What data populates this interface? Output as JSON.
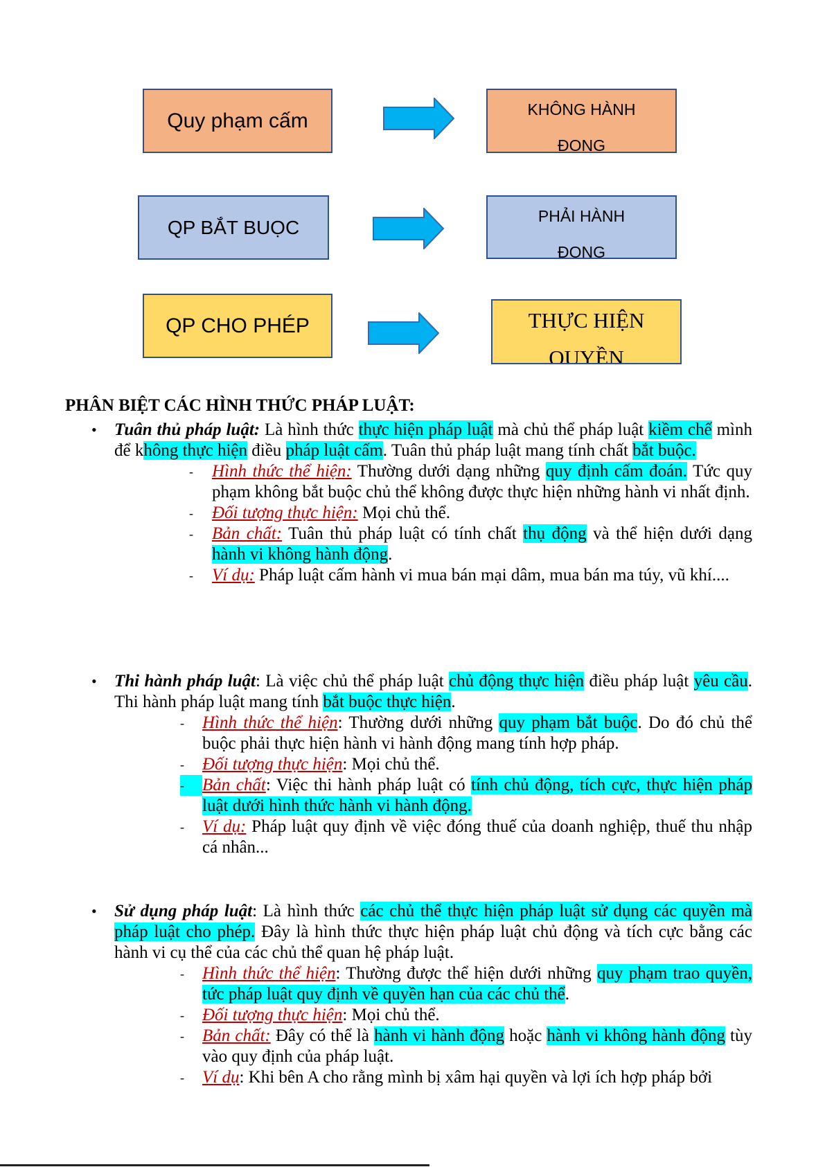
{
  "diagram": {
    "rows": [
      {
        "left": "Quy phạm cấm",
        "right_line1": "KHÔNG HÀNH",
        "right_line2": "ĐONG"
      },
      {
        "left": "QP BẮT BUỌC",
        "right_line1": "PHẢI HÀNH",
        "right_line2": "ĐONG"
      },
      {
        "left": "QP CHO PHÉP",
        "right_line1": "THỰC HIỆN",
        "right_line2": "QUYỀN"
      }
    ],
    "arrow_icon": "right-arrow-icon",
    "colors": {
      "orange": "#F4B183",
      "blue": "#B4C7E7",
      "yellow": "#FFD966",
      "arrow": "#00B0F0",
      "border": "#2F528F"
    }
  },
  "heading": "PHÂN BIỆT CÁC HÌNH THỨC PHÁP LUẬT:",
  "colors": {
    "highlight": "#00FFFF",
    "label": "#C00000"
  },
  "sections": [
    {
      "title": "Tuân thủ pháp luật:",
      "segments": [
        {
          "t": "  Là hình thức "
        },
        {
          "t": "thực hiện pháp luật",
          "hl": true
        },
        {
          "t": " mà chủ thể pháp luật "
        },
        {
          "t": "kiềm chế",
          "hl": true
        },
        {
          "t": " mình để k"
        },
        {
          "t": "hông thực hiện",
          "hl": true
        },
        {
          "t": " điều "
        },
        {
          "t": "pháp luật cấm",
          "hl": true
        },
        {
          "t": ". Tuân thủ pháp luật mang tính chất "
        },
        {
          "t": "bắt buộc.",
          "hl": true
        }
      ],
      "subs": [
        {
          "label": "Hình thức thể hiện:",
          "segments": [
            {
              "t": " Thường dưới dạng những "
            },
            {
              "t": "quy định cấm đoán.",
              "hl": true
            },
            {
              "t": " Tức quy phạm không bắt buộc chủ thể không được thực hiện những hành vi nhất định."
            }
          ]
        },
        {
          "label": "Đối tượng thực hiện:",
          "segments": [
            {
              "t": " Mọi chủ thể."
            }
          ]
        },
        {
          "label": "Bản chất:",
          "segments": [
            {
              "t": " Tuân thủ pháp luật có tính chất "
            },
            {
              "t": "thụ động",
              "hl": true
            },
            {
              "t": " và thể hiện dưới dạng "
            },
            {
              "t": "hành vi không hành động",
              "hl": true
            },
            {
              "t": "."
            }
          ]
        },
        {
          "label": "Ví dụ:",
          "segments": [
            {
              "t": " Pháp luật cấm hành vi mua bán mại dâm, mua bán ma túy, vũ khí...."
            }
          ]
        }
      ]
    },
    {
      "title": "Thi hành pháp luật",
      "segments": [
        {
          "t": ":  Là việc chủ thể pháp luật "
        },
        {
          "t": "chủ động thực hiện",
          "hl": true
        },
        {
          "t": " điều pháp luật "
        },
        {
          "t": "yêu cầu",
          "hl": true
        },
        {
          "t": ". Thi hành pháp luật mang tính "
        },
        {
          "t": "bắt buộc thực hiện",
          "hl": true
        },
        {
          "t": "."
        }
      ],
      "subs": [
        {
          "label": "Hình thức thể hiện",
          "segments": [
            {
              "t": ": Thường dưới những "
            },
            {
              "t": "quy phạm bắt buộc",
              "hl": true
            },
            {
              "t": ". Do đó chủ thể buộc phải thực hiện hành vi hành động mang tính hợp pháp."
            }
          ]
        },
        {
          "label": "Đối tượng thực hiện",
          "segments": [
            {
              "t": ": Mọi chủ thể."
            }
          ]
        },
        {
          "label": "Bản chất",
          "dash_hl": true,
          "segments": [
            {
              "t": ": Việc thi hành pháp luật có "
            },
            {
              "t": "tính chủ động, tích cực, thực hiện pháp luật dưới hình thức hành vi hành động.",
              "hl": true
            }
          ]
        },
        {
          "label": "Ví dụ:",
          "segments": [
            {
              "t": " Pháp luật quy định về việc đóng thuế của doanh nghiệp, thuế thu nhập cá nhân..."
            }
          ]
        }
      ]
    },
    {
      "title": "Sử dụng pháp luật",
      "segments": [
        {
          "t": ": Là hình thức "
        },
        {
          "t": "các chủ thể thực hiện pháp luật sử dụng các quyền mà pháp luật cho phép.",
          "hl": true
        },
        {
          "t": " Đây là hình thức thực hiện pháp luật chủ động và tích cực bằng các hành vi cụ thể của các chủ thể quan hệ pháp luật."
        }
      ],
      "subs": [
        {
          "label": "Hình thức thể hiện",
          "segments": [
            {
              "t": ": Thường được thể hiện dưới những "
            },
            {
              "t": "quy phạm trao quyền, tức pháp luật quy định về quyền hạn của các chủ thể",
              "hl": true
            },
            {
              "t": "."
            }
          ]
        },
        {
          "label": "Đối tượng thực hiện",
          "segments": [
            {
              "t": ": Mọi chủ thể."
            }
          ]
        },
        {
          "label": "Bản chất:",
          "segments": [
            {
              "t": " Đây có thể là "
            },
            {
              "t": "hành vi hành động",
              "hl": true
            },
            {
              "t": " hoặc "
            },
            {
              "t": "hành vi không hành động",
              "hl": true
            },
            {
              "t": " tùy vào quy định của pháp luật."
            }
          ]
        },
        {
          "label": "Ví dụ",
          "segments": [
            {
              "t": ": Khi bên A cho rằng mình bị xâm hại quyền và lợi ích hợp pháp bởi"
            }
          ]
        }
      ]
    }
  ]
}
